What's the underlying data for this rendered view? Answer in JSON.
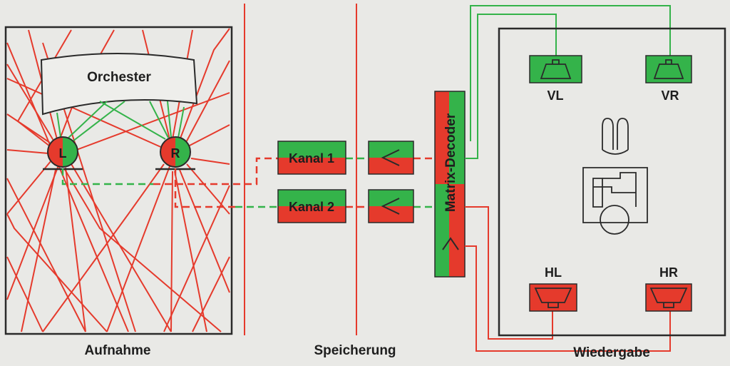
{
  "colors": {
    "background": "#e9e9e6",
    "red": "#e53a2c",
    "green": "#34b34a",
    "outline": "#2a2a2a"
  },
  "sections": {
    "recording": "Aufnahme",
    "storage": "Speicherung",
    "playback": "Wiedergabe"
  },
  "recording": {
    "orchestra_label": "Orchester",
    "mic_left": "L",
    "mic_right": "R"
  },
  "storage": {
    "channel_1": "Kanal 1",
    "channel_2": "Kanal 2"
  },
  "decoder": {
    "label": "Matrix-Decoder"
  },
  "speakers": {
    "front_left": "VL",
    "front_right": "VR",
    "rear_left": "HL",
    "rear_right": "HR"
  },
  "icons": [
    "amplifier-icon",
    "speaker-icon",
    "microphone-icon",
    "listener-icon"
  ]
}
